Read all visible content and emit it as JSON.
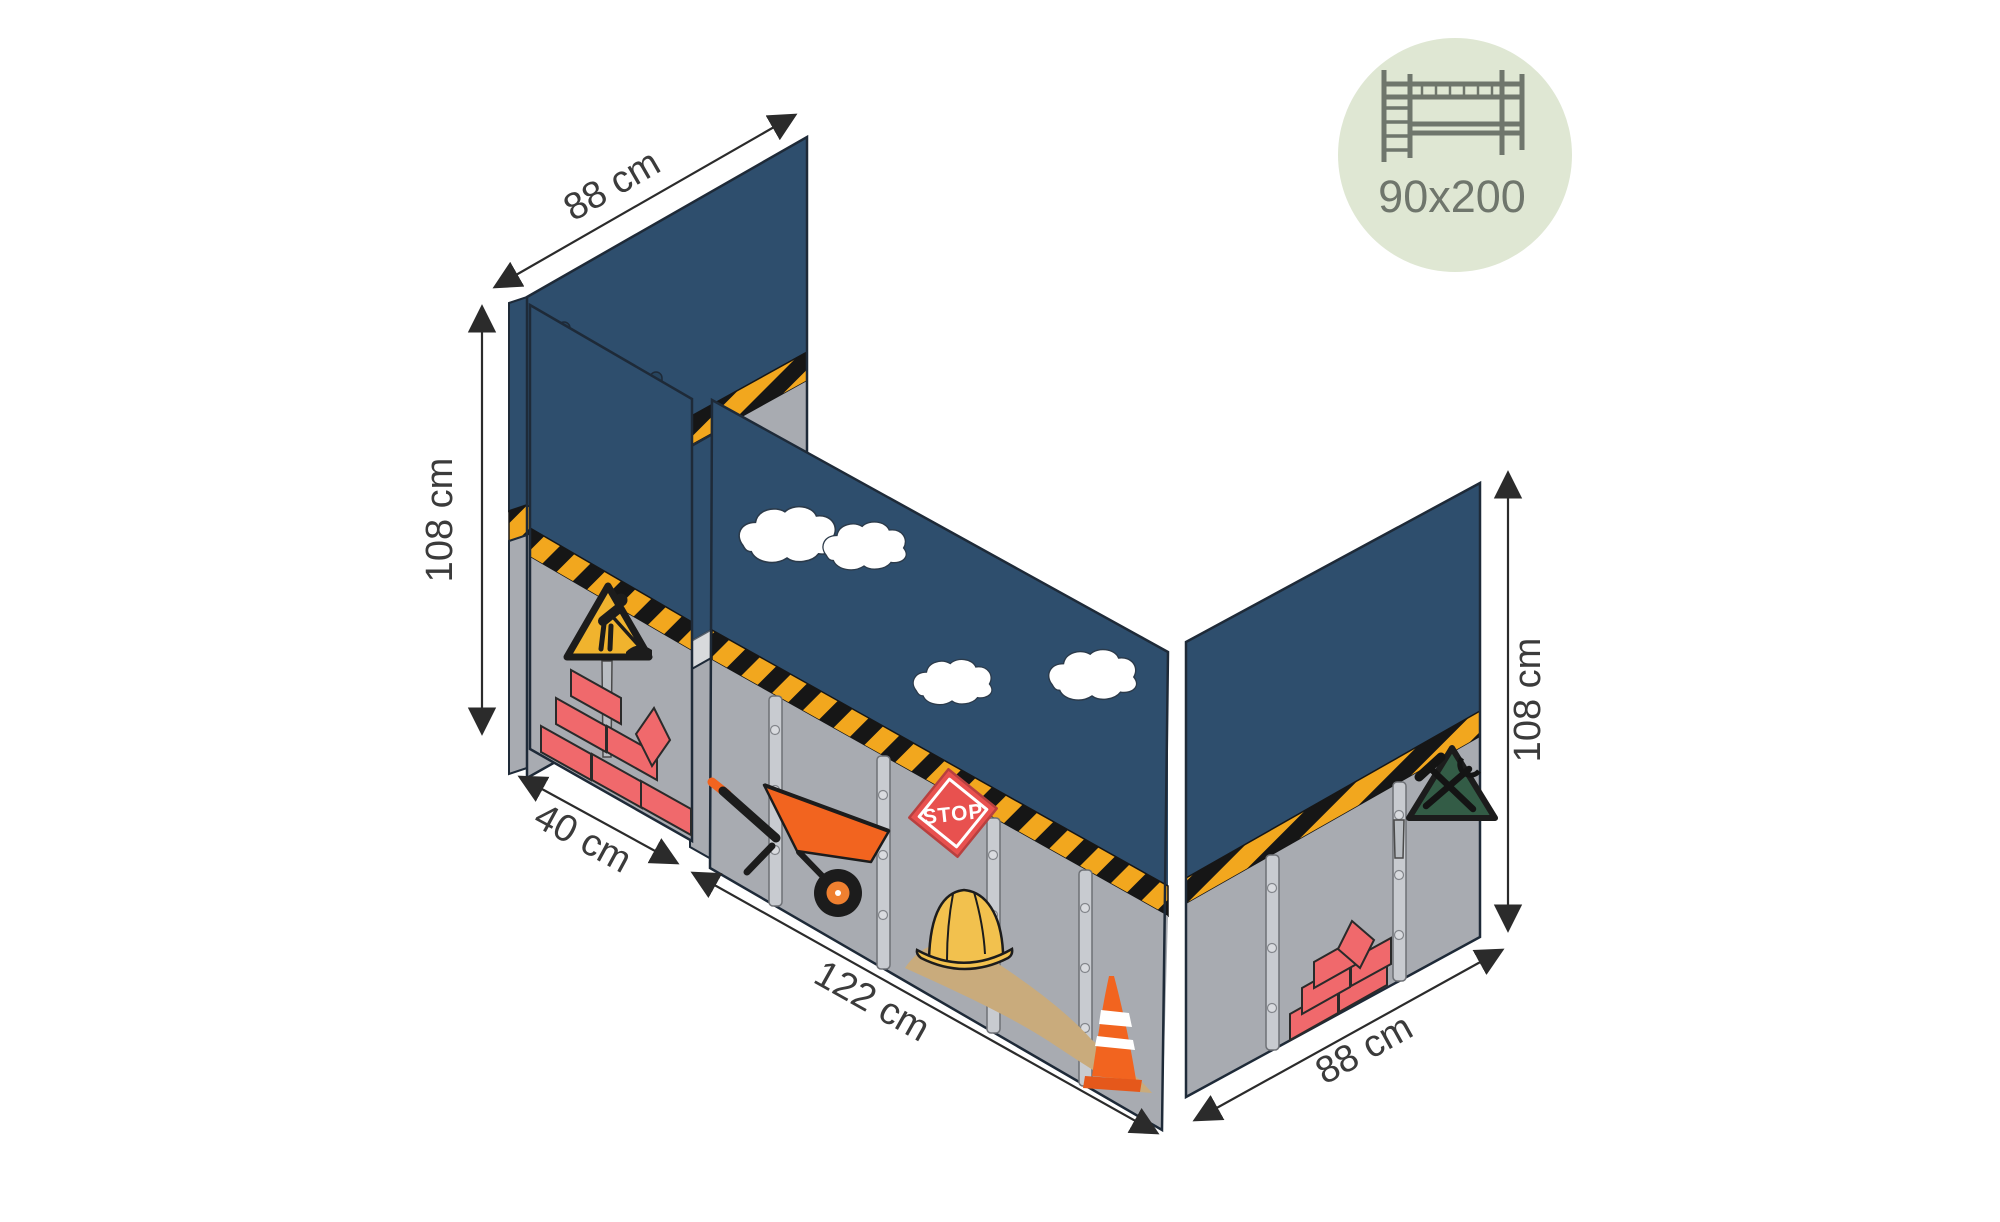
{
  "badge": {
    "size_label": "90x200"
  },
  "dimensions": {
    "head_top_width": "88 cm",
    "head_height": "108 cm",
    "left_front_width": "40 cm",
    "front_width": "122 cm",
    "foot_width": "88 cm",
    "foot_height": "108 cm"
  },
  "stop_sign": {
    "label": "STOP"
  },
  "colors": {
    "panel_blue": "#2E4E6D",
    "slit_blue": "#27445E",
    "panel_gray": "#A8ABB1",
    "metal_strip": "#C8CBD0",
    "rivet_gray": "#D9DBDF",
    "hazard_orange": "#F2A71E",
    "hazard_black": "#161616",
    "brick_red": "#F0696C",
    "accent_orange": "#F2641F",
    "cone_base_orange": "#E5581B",
    "wheel_hub_orange": "#EF8030",
    "hat_yellow": "#F2C14E",
    "sand_tan": "#C9AB7C",
    "warning_yellow": "#F0B32E",
    "sign_green": "#335C46",
    "stop_red": "#E8514F",
    "pole_gray": "#B9BDC2",
    "cloud_white": "#FFFFFF",
    "badge_bg": "#DFE7D3",
    "badge_fg": "#6F766C",
    "label_color": "#3B3B3B",
    "outline_dark": "#1E2A38"
  }
}
